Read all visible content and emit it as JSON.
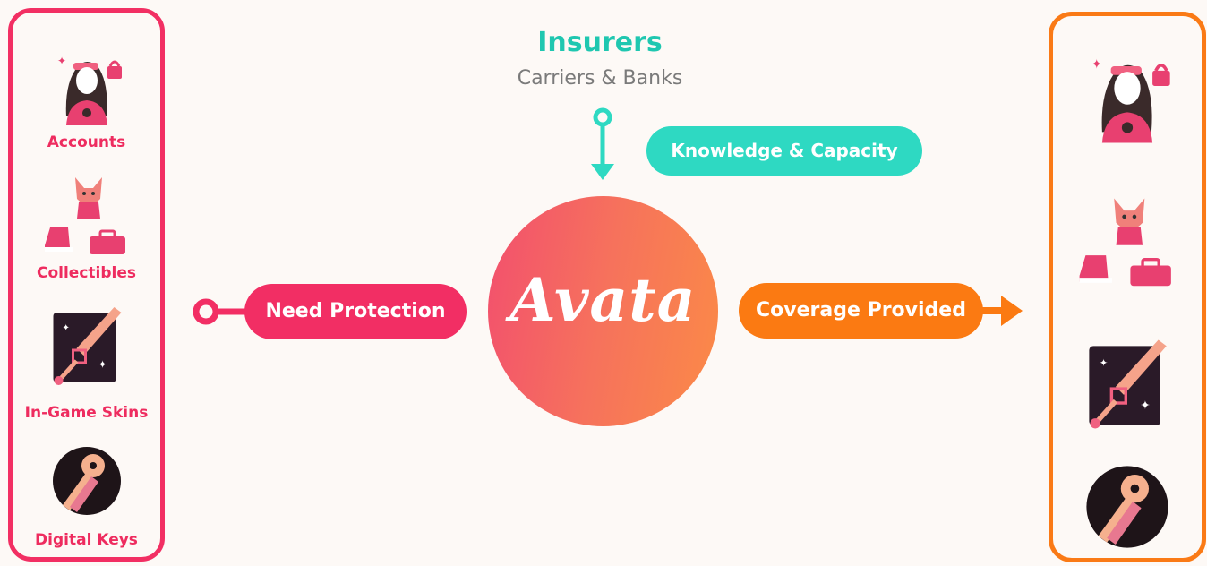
{
  "insurers": {
    "title": "Insurers",
    "subtitle": "Carriers & Banks"
  },
  "flows": {
    "knowledge": "Knowledge & Capacity",
    "need": "Need Protection",
    "coverage": "Coverage Provided"
  },
  "brand": "Avata",
  "assets_left": [
    {
      "label": "Accounts",
      "icon": "user-lock-icon"
    },
    {
      "label": "Collectibles",
      "icon": "collectibles-icon"
    },
    {
      "label": "In-Game Skins",
      "icon": "sword-icon"
    },
    {
      "label": "Digital Keys",
      "icon": "keys-icon"
    }
  ],
  "colors": {
    "pink": "#f22f63",
    "orange": "#fa7a16",
    "teal": "#2ed9c2",
    "background": "#fdf9f6"
  }
}
